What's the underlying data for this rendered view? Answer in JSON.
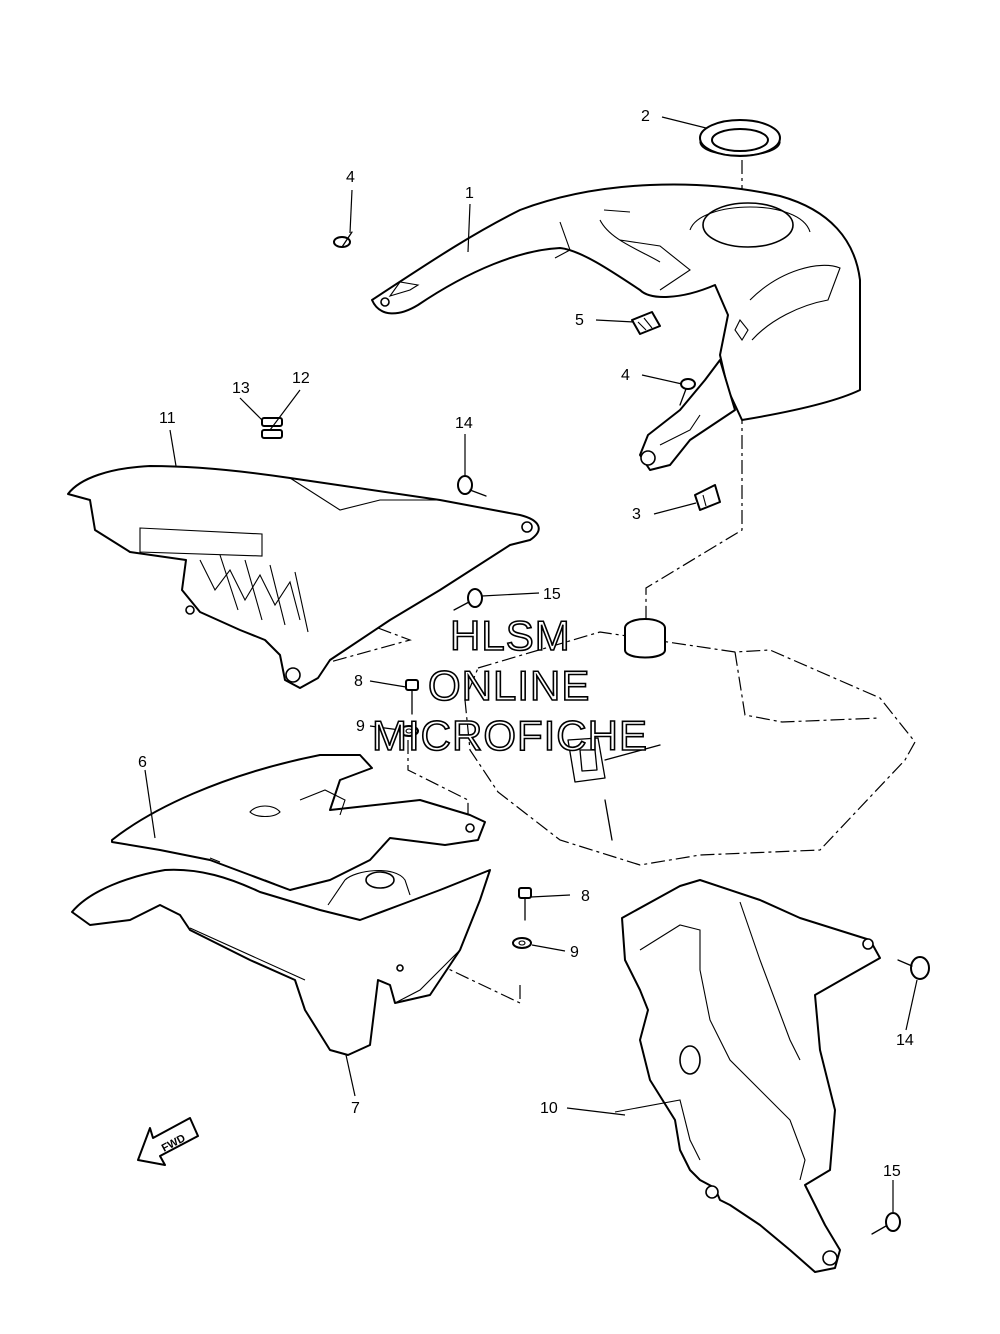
{
  "callouts": {
    "c1": "1",
    "c2": "2",
    "c3": "3",
    "c4a": "4",
    "c4b": "4",
    "c5": "5",
    "c6": "6",
    "c7": "7",
    "c8a": "8",
    "c8b": "8",
    "c9a": "9",
    "c9b": "9",
    "c10": "10",
    "c11": "11",
    "c12": "12",
    "c13": "13",
    "c14a": "14",
    "c14b": "14",
    "c15a": "15",
    "c15b": "15"
  },
  "watermark": {
    "line1": "HLSM",
    "line2": "ONLINE",
    "line3": "MICROFICHE"
  },
  "fwd_label": "FWD"
}
